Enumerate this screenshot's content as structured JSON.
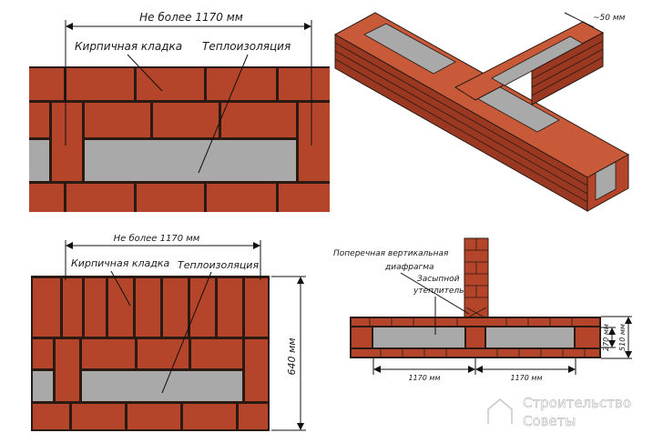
{
  "top_left": {
    "dimension_label": "Не более 1170 мм",
    "label_masonry": "Кирпичная кладка",
    "label_insulation": "Теплоизоляция"
  },
  "bottom_left": {
    "dimension_label": "Не более 1170 мм",
    "label_masonry": "Кирпичная кладка",
    "label_insulation": "Теплоизоляция",
    "height_label": "640 мм"
  },
  "isometric": {
    "dimension_label": "~50 мм"
  },
  "plan": {
    "label_diaphragm_line1": "Поперечная вертикальная",
    "label_diaphragm_line2": "диафрагма",
    "label_fill_line1": "Засыпной",
    "label_fill_line2": "утеплитель",
    "span_left": "1170 мм",
    "span_right": "1170 мм",
    "dim_inner": "270 мм",
    "dim_outer": "510 мм"
  },
  "watermark": {
    "line1": "Строительство",
    "line2": "Советы"
  },
  "colors": {
    "brick": "#b5452a",
    "brick_dark": "#8f331d",
    "mortar": "#2a1a12",
    "insulation": "#a9a9a9",
    "iso_top": "#c85a3a",
    "iso_side": "#9a3822"
  }
}
